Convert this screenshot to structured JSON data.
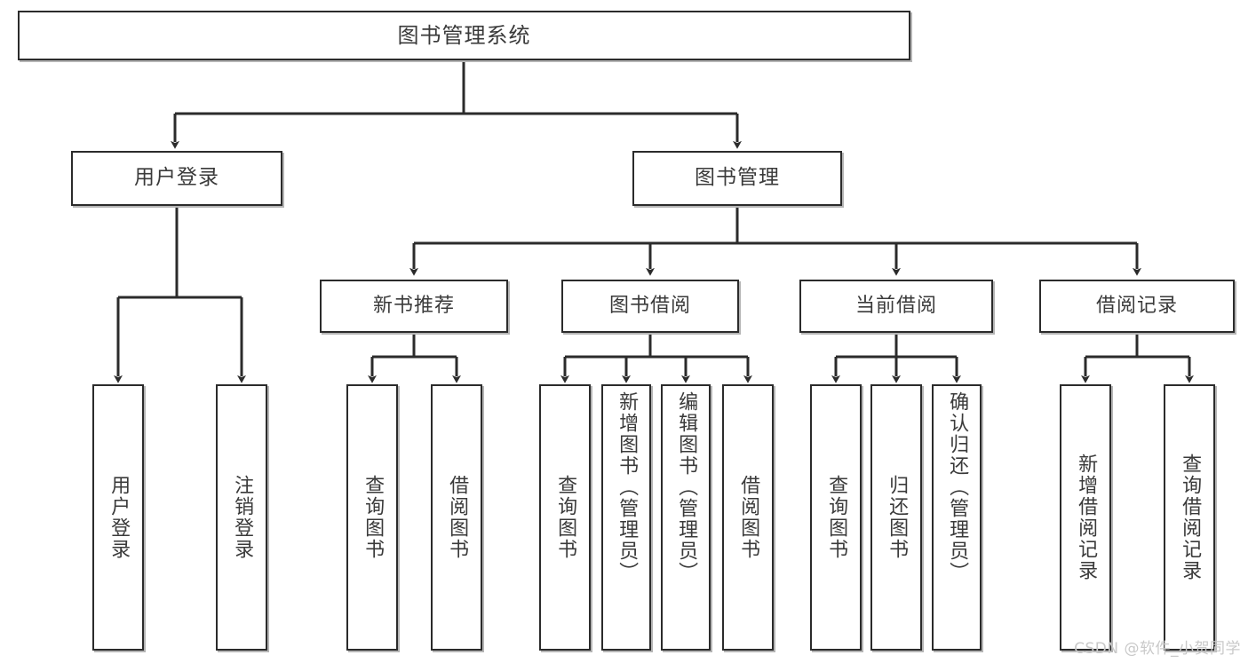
{
  "diagram": {
    "type": "tree",
    "orientation": "top-down",
    "title": "图书管理系统",
    "colors": {
      "box_stroke": "#2b2b2b",
      "box_fill": "#ffffff",
      "connector": "#2b2b2b",
      "text": "#3a3a3a",
      "background": "#ffffff",
      "watermark": "#c9c9c9"
    },
    "root": {
      "id": "root",
      "label": "图书管理系统"
    },
    "level2": [
      {
        "id": "user-login",
        "label": "用户登录"
      },
      {
        "id": "book-manage",
        "label": "图书管理"
      }
    ],
    "level3": [
      {
        "id": "new-book-recommend",
        "label": "新书推荐",
        "parent": "book-manage"
      },
      {
        "id": "book-borrow",
        "label": "图书借阅",
        "parent": "book-manage"
      },
      {
        "id": "current-borrow",
        "label": "当前借阅",
        "parent": "book-manage"
      },
      {
        "id": "borrow-record",
        "label": "借阅记录",
        "parent": "book-manage"
      }
    ],
    "leaves": [
      {
        "id": "leaf-user-login",
        "label": "用户登录",
        "parent": "user-login"
      },
      {
        "id": "leaf-logout",
        "label": "注销登录",
        "parent": "user-login"
      },
      {
        "id": "leaf-query-book-1",
        "label": "查询图书",
        "parent": "new-book-recommend"
      },
      {
        "id": "leaf-borrow-book-1",
        "label": "借阅图书",
        "parent": "new-book-recommend"
      },
      {
        "id": "leaf-query-book-2",
        "label": "查询图书",
        "parent": "book-borrow"
      },
      {
        "id": "leaf-add-book",
        "label": "新增图书（管理员）",
        "parent": "book-borrow"
      },
      {
        "id": "leaf-edit-book",
        "label": "编辑图书（管理员）",
        "parent": "book-borrow"
      },
      {
        "id": "leaf-borrow-book-2",
        "label": "借阅图书",
        "parent": "book-borrow"
      },
      {
        "id": "leaf-query-book-3",
        "label": "查询图书",
        "parent": "current-borrow"
      },
      {
        "id": "leaf-return-book",
        "label": "归还图书",
        "parent": "current-borrow"
      },
      {
        "id": "leaf-confirm-return",
        "label": "确认归还（管理员）",
        "parent": "current-borrow"
      },
      {
        "id": "leaf-add-record",
        "label": "新增借阅记录",
        "parent": "borrow-record"
      },
      {
        "id": "leaf-query-record",
        "label": "查询借阅记录",
        "parent": "borrow-record"
      }
    ]
  },
  "watermark": {
    "text": "CSDN @软件_小贺同学"
  }
}
